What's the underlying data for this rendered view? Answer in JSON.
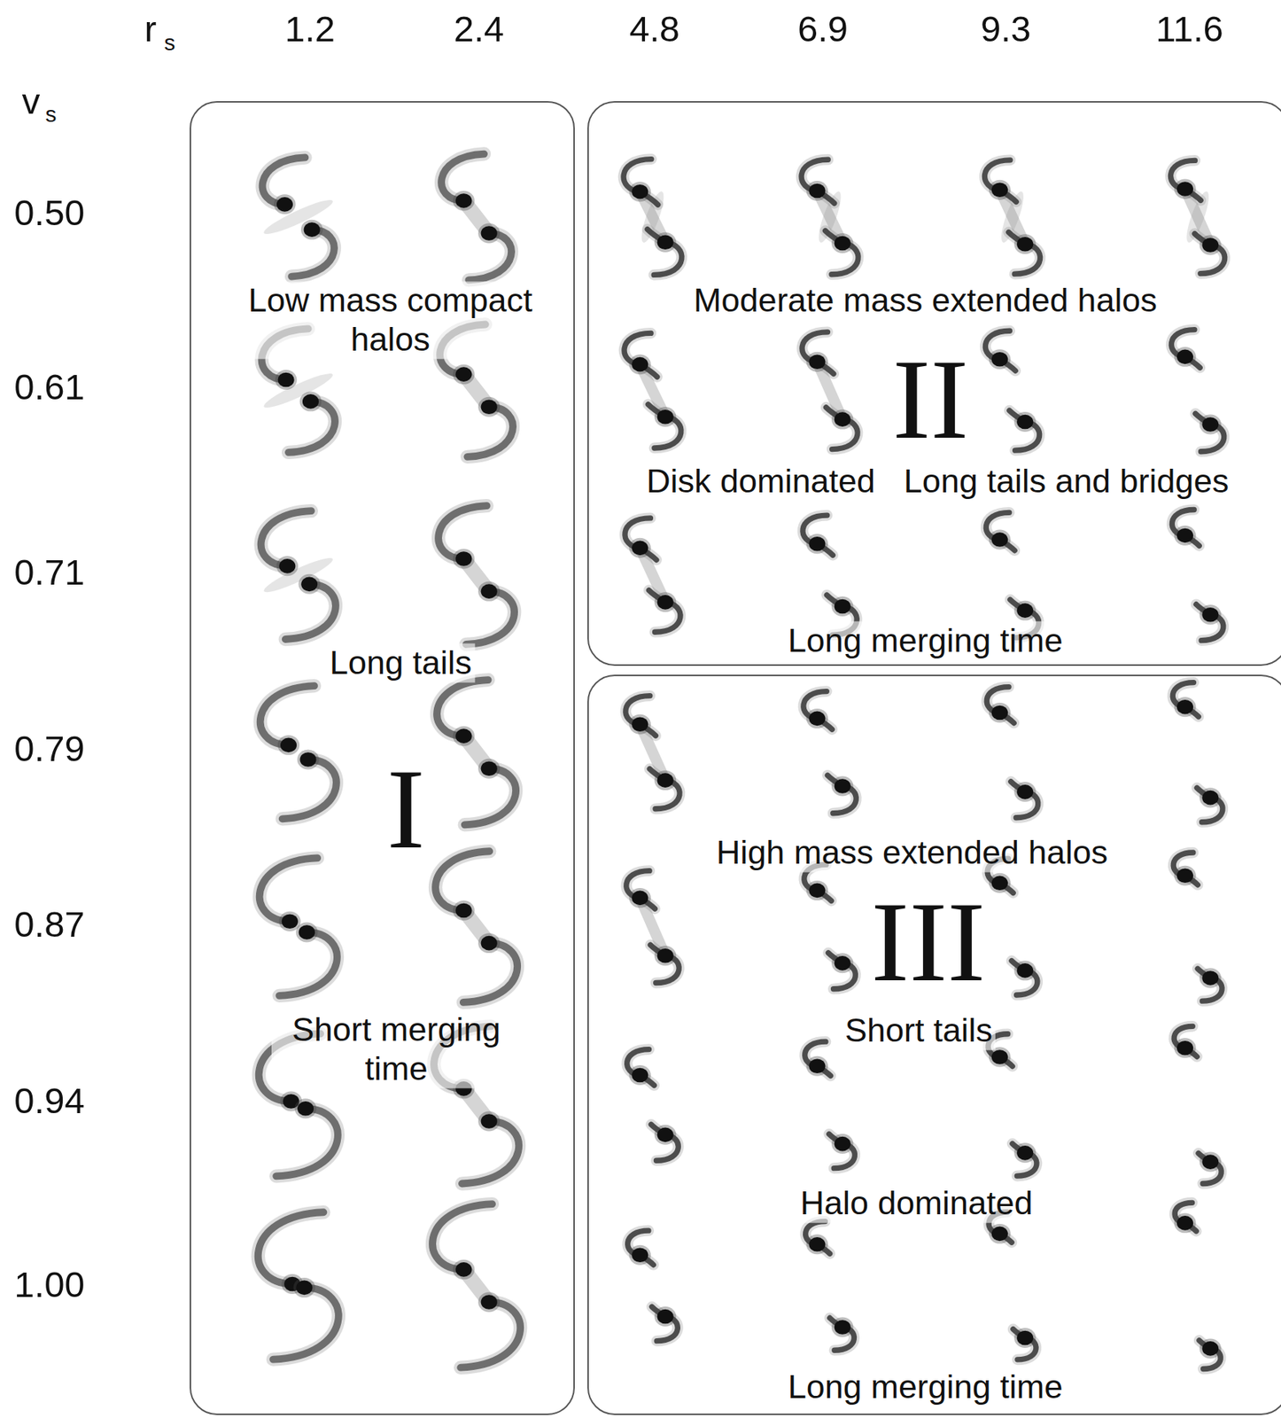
{
  "diagram": {
    "nodes": [
      {
        "text": [
          "Low mass compact halos",
          "Long tails",
          "I",
          "Short merging time"
        ]
      },
      {
        "text": [
          "Moderate mass extended halos",
          "II",
          "Disk dominated",
          "Long tails and bridges",
          "Long merging time"
        ]
      },
      {
        "text": [
          "High mass extended halos",
          "III",
          "Short tails",
          "Halo dominated",
          "Long merging time"
        ]
      }
    ],
    "labels": [
      "r",
      "s",
      "1.2",
      "2.4",
      "4.8",
      "6.9",
      "9.3",
      "11.6",
      "v",
      "s",
      "0.50",
      "0.61",
      "0.71",
      "0.79",
      "0.87",
      "0.94",
      "1.00"
    ]
  }
}
